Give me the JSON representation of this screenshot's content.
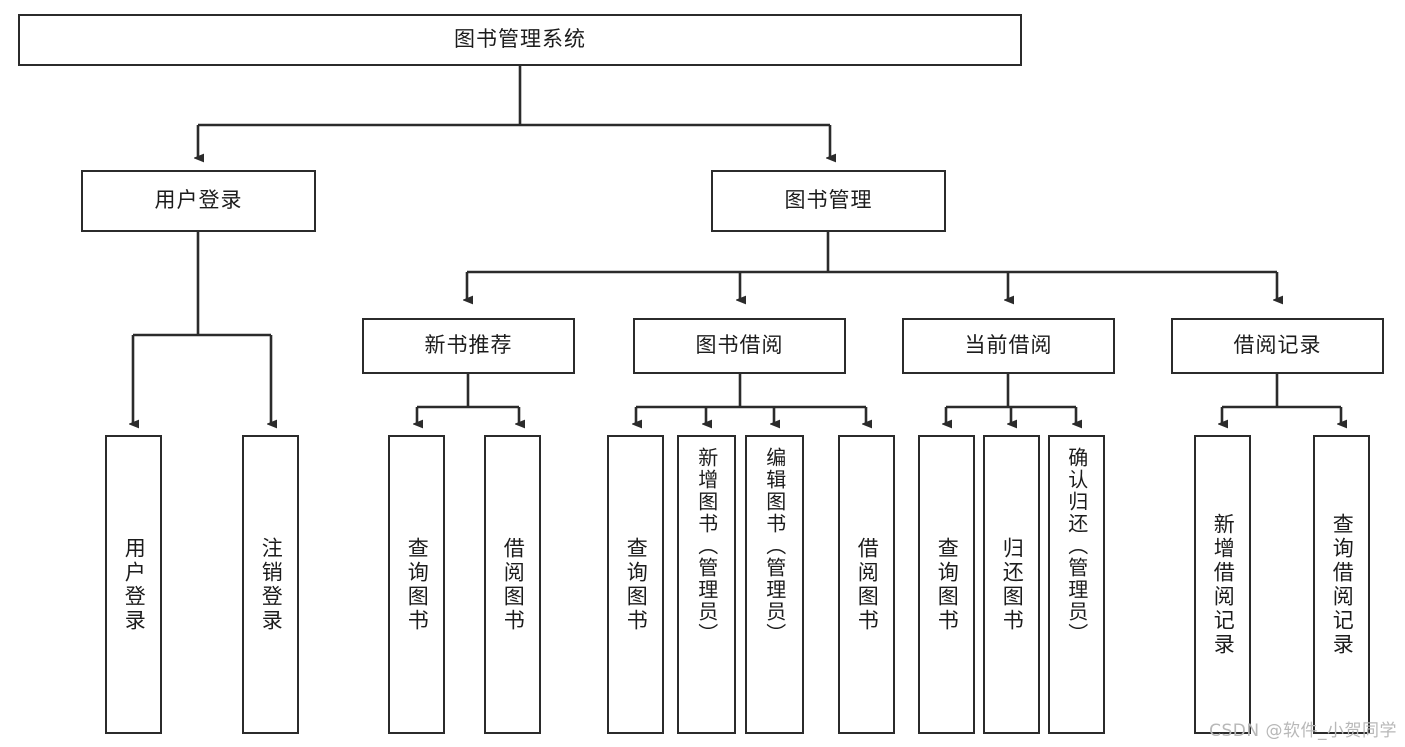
{
  "diagram": {
    "title": "图书管理系统",
    "type": "tree-hierarchy",
    "watermark": "CSDN @软件_小贺同学",
    "colors": {
      "border": "#2b2b2b",
      "background": "#ffffff",
      "text": "#1c1c1c",
      "watermark": "#b8b8b8"
    },
    "nodes": {
      "root": {
        "label": "图书管理系统"
      },
      "level2": [
        {
          "id": "user-login",
          "label": "用户登录"
        },
        {
          "id": "book-manage",
          "label": "图书管理"
        }
      ],
      "level3": [
        {
          "id": "new-book-recommend",
          "label": "新书推荐"
        },
        {
          "id": "book-borrow",
          "label": "图书借阅"
        },
        {
          "id": "current-borrow",
          "label": "当前借阅"
        },
        {
          "id": "borrow-record",
          "label": "借阅记录"
        }
      ],
      "leaves": [
        {
          "id": "leaf-user-login",
          "label": "用户登录",
          "parent": "user-login"
        },
        {
          "id": "leaf-user-logout",
          "label": "注销登录",
          "parent": "user-login"
        },
        {
          "id": "leaf-query-book-1",
          "label": "查询图书",
          "parent": "new-book-recommend"
        },
        {
          "id": "leaf-borrow-book-1",
          "label": "借阅图书",
          "parent": "new-book-recommend"
        },
        {
          "id": "leaf-query-book-2",
          "label": "查询图书",
          "parent": "book-borrow"
        },
        {
          "id": "leaf-add-book",
          "label": "新增图书（管理员）",
          "parent": "book-borrow"
        },
        {
          "id": "leaf-edit-book",
          "label": "编辑图书（管理员）",
          "parent": "book-borrow"
        },
        {
          "id": "leaf-borrow-book-2",
          "label": "借阅图书",
          "parent": "book-borrow"
        },
        {
          "id": "leaf-query-book-3",
          "label": "查询图书",
          "parent": "current-borrow"
        },
        {
          "id": "leaf-return-book",
          "label": "归还图书",
          "parent": "current-borrow"
        },
        {
          "id": "leaf-confirm-return",
          "label": "确认归还（管理员）",
          "parent": "current-borrow"
        },
        {
          "id": "leaf-add-record",
          "label": "新增借阅记录",
          "parent": "borrow-record"
        },
        {
          "id": "leaf-query-record",
          "label": "查询借阅记录",
          "parent": "borrow-record"
        }
      ]
    }
  }
}
